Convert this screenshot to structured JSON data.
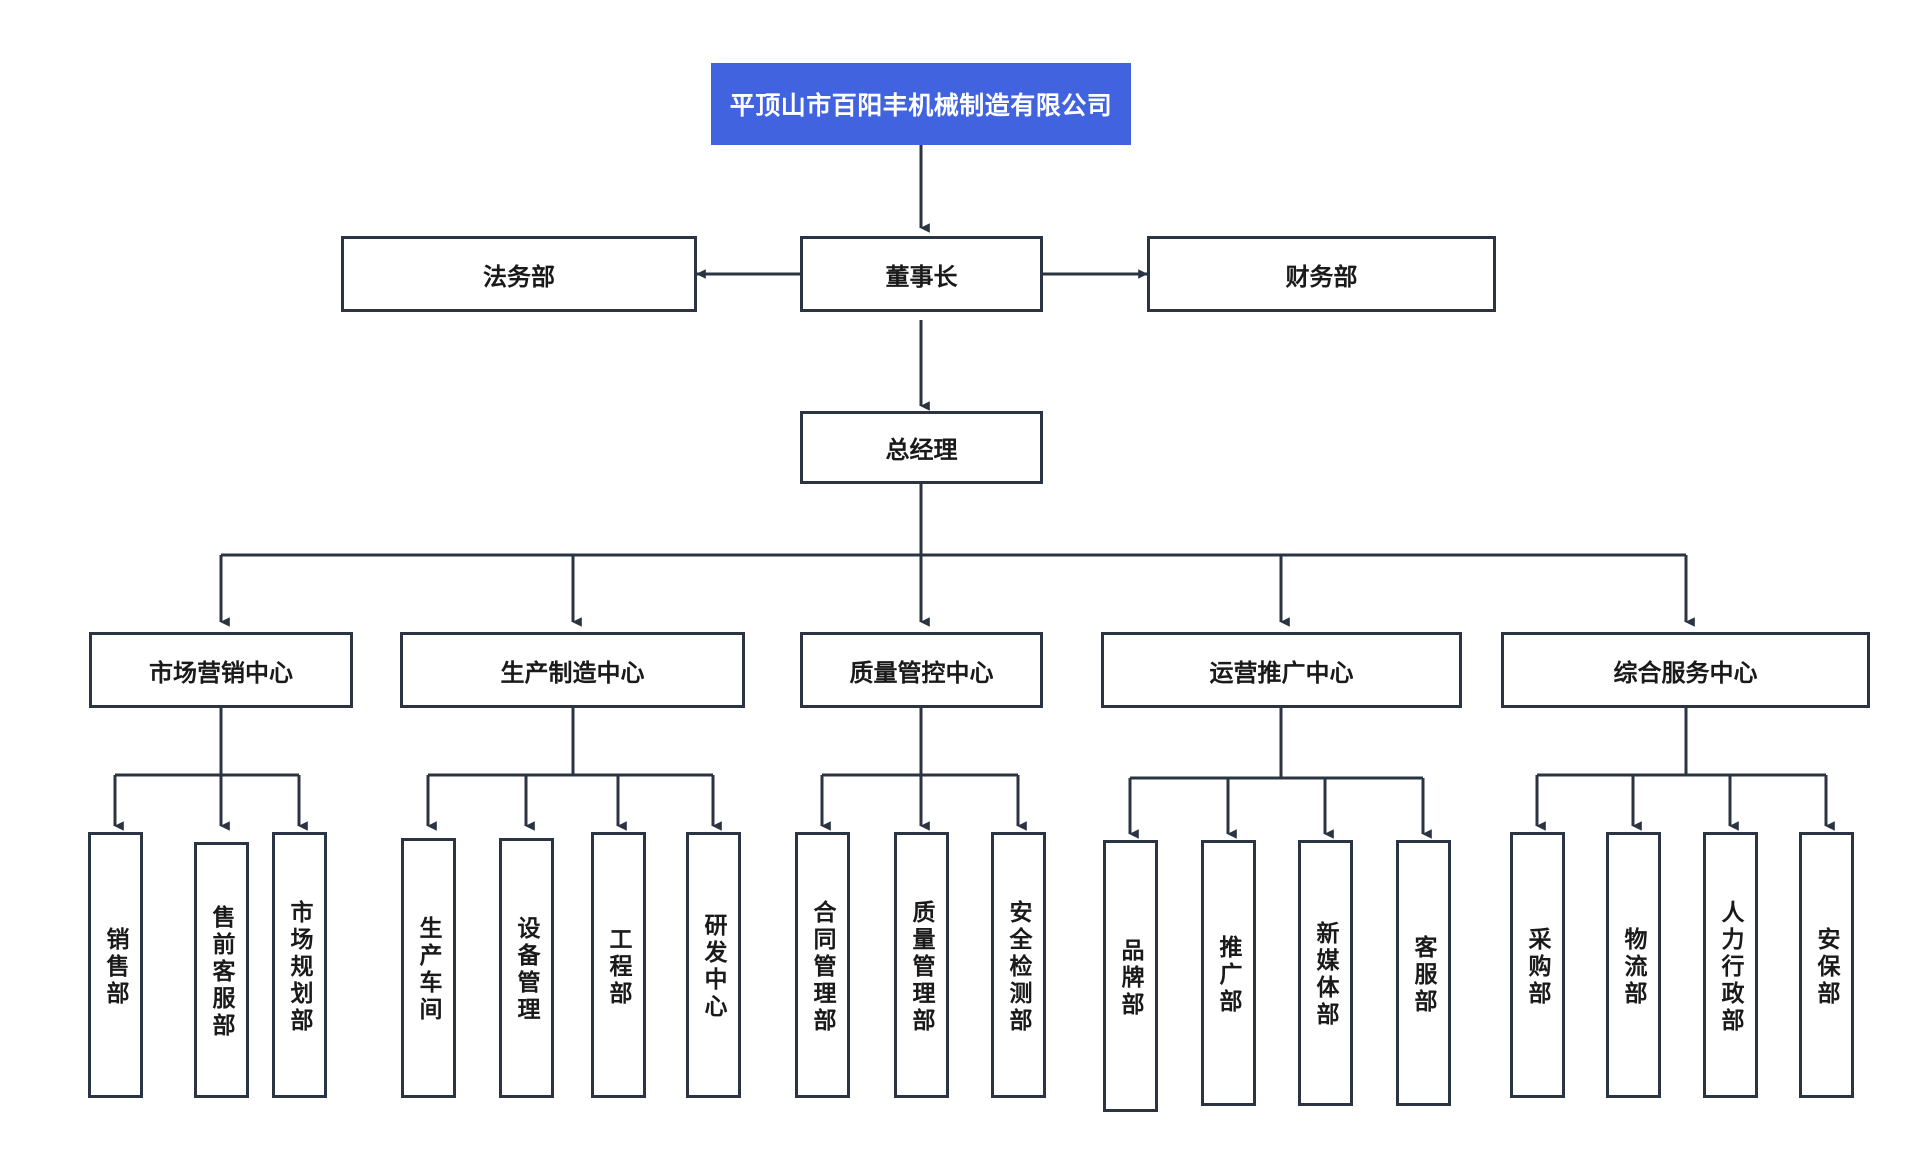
{
  "chart": {
    "title": "平顶山市百阳丰机械制造有限公司",
    "accent_color": "#4263e0",
    "border_color": "#2b3442",
    "background_color": "#ffffff",
    "text_color": "#1a1a1a",
    "root_text_color": "#ffffff"
  },
  "nodes": {
    "root": "平顶山市百阳丰机械制造有限公司",
    "legal": "法务部",
    "chairman": "董事长",
    "finance": "财务部",
    "general_manager": "总经理"
  },
  "centers": [
    {
      "id": "marketing",
      "label": "市场营销中心"
    },
    {
      "id": "manufacturing",
      "label": "生产制造中心"
    },
    {
      "id": "quality",
      "label": "质量管控中心"
    },
    {
      "id": "operations",
      "label": "运营推广中心"
    },
    {
      "id": "general_services",
      "label": "综合服务中心"
    }
  ],
  "departments": {
    "marketing": [
      "销售部",
      "售前客服部",
      "市场规划部"
    ],
    "manufacturing": [
      "生产车间",
      "设备管理",
      "工程部",
      "研发中心"
    ],
    "quality": [
      "合同管理部",
      "质量管理部",
      "安全检测部"
    ],
    "operations": [
      "品牌部",
      "推广部",
      "新媒体部",
      "客服部"
    ],
    "general_services": [
      "采购部",
      "物流部",
      "人力行政部",
      "安保部"
    ]
  }
}
